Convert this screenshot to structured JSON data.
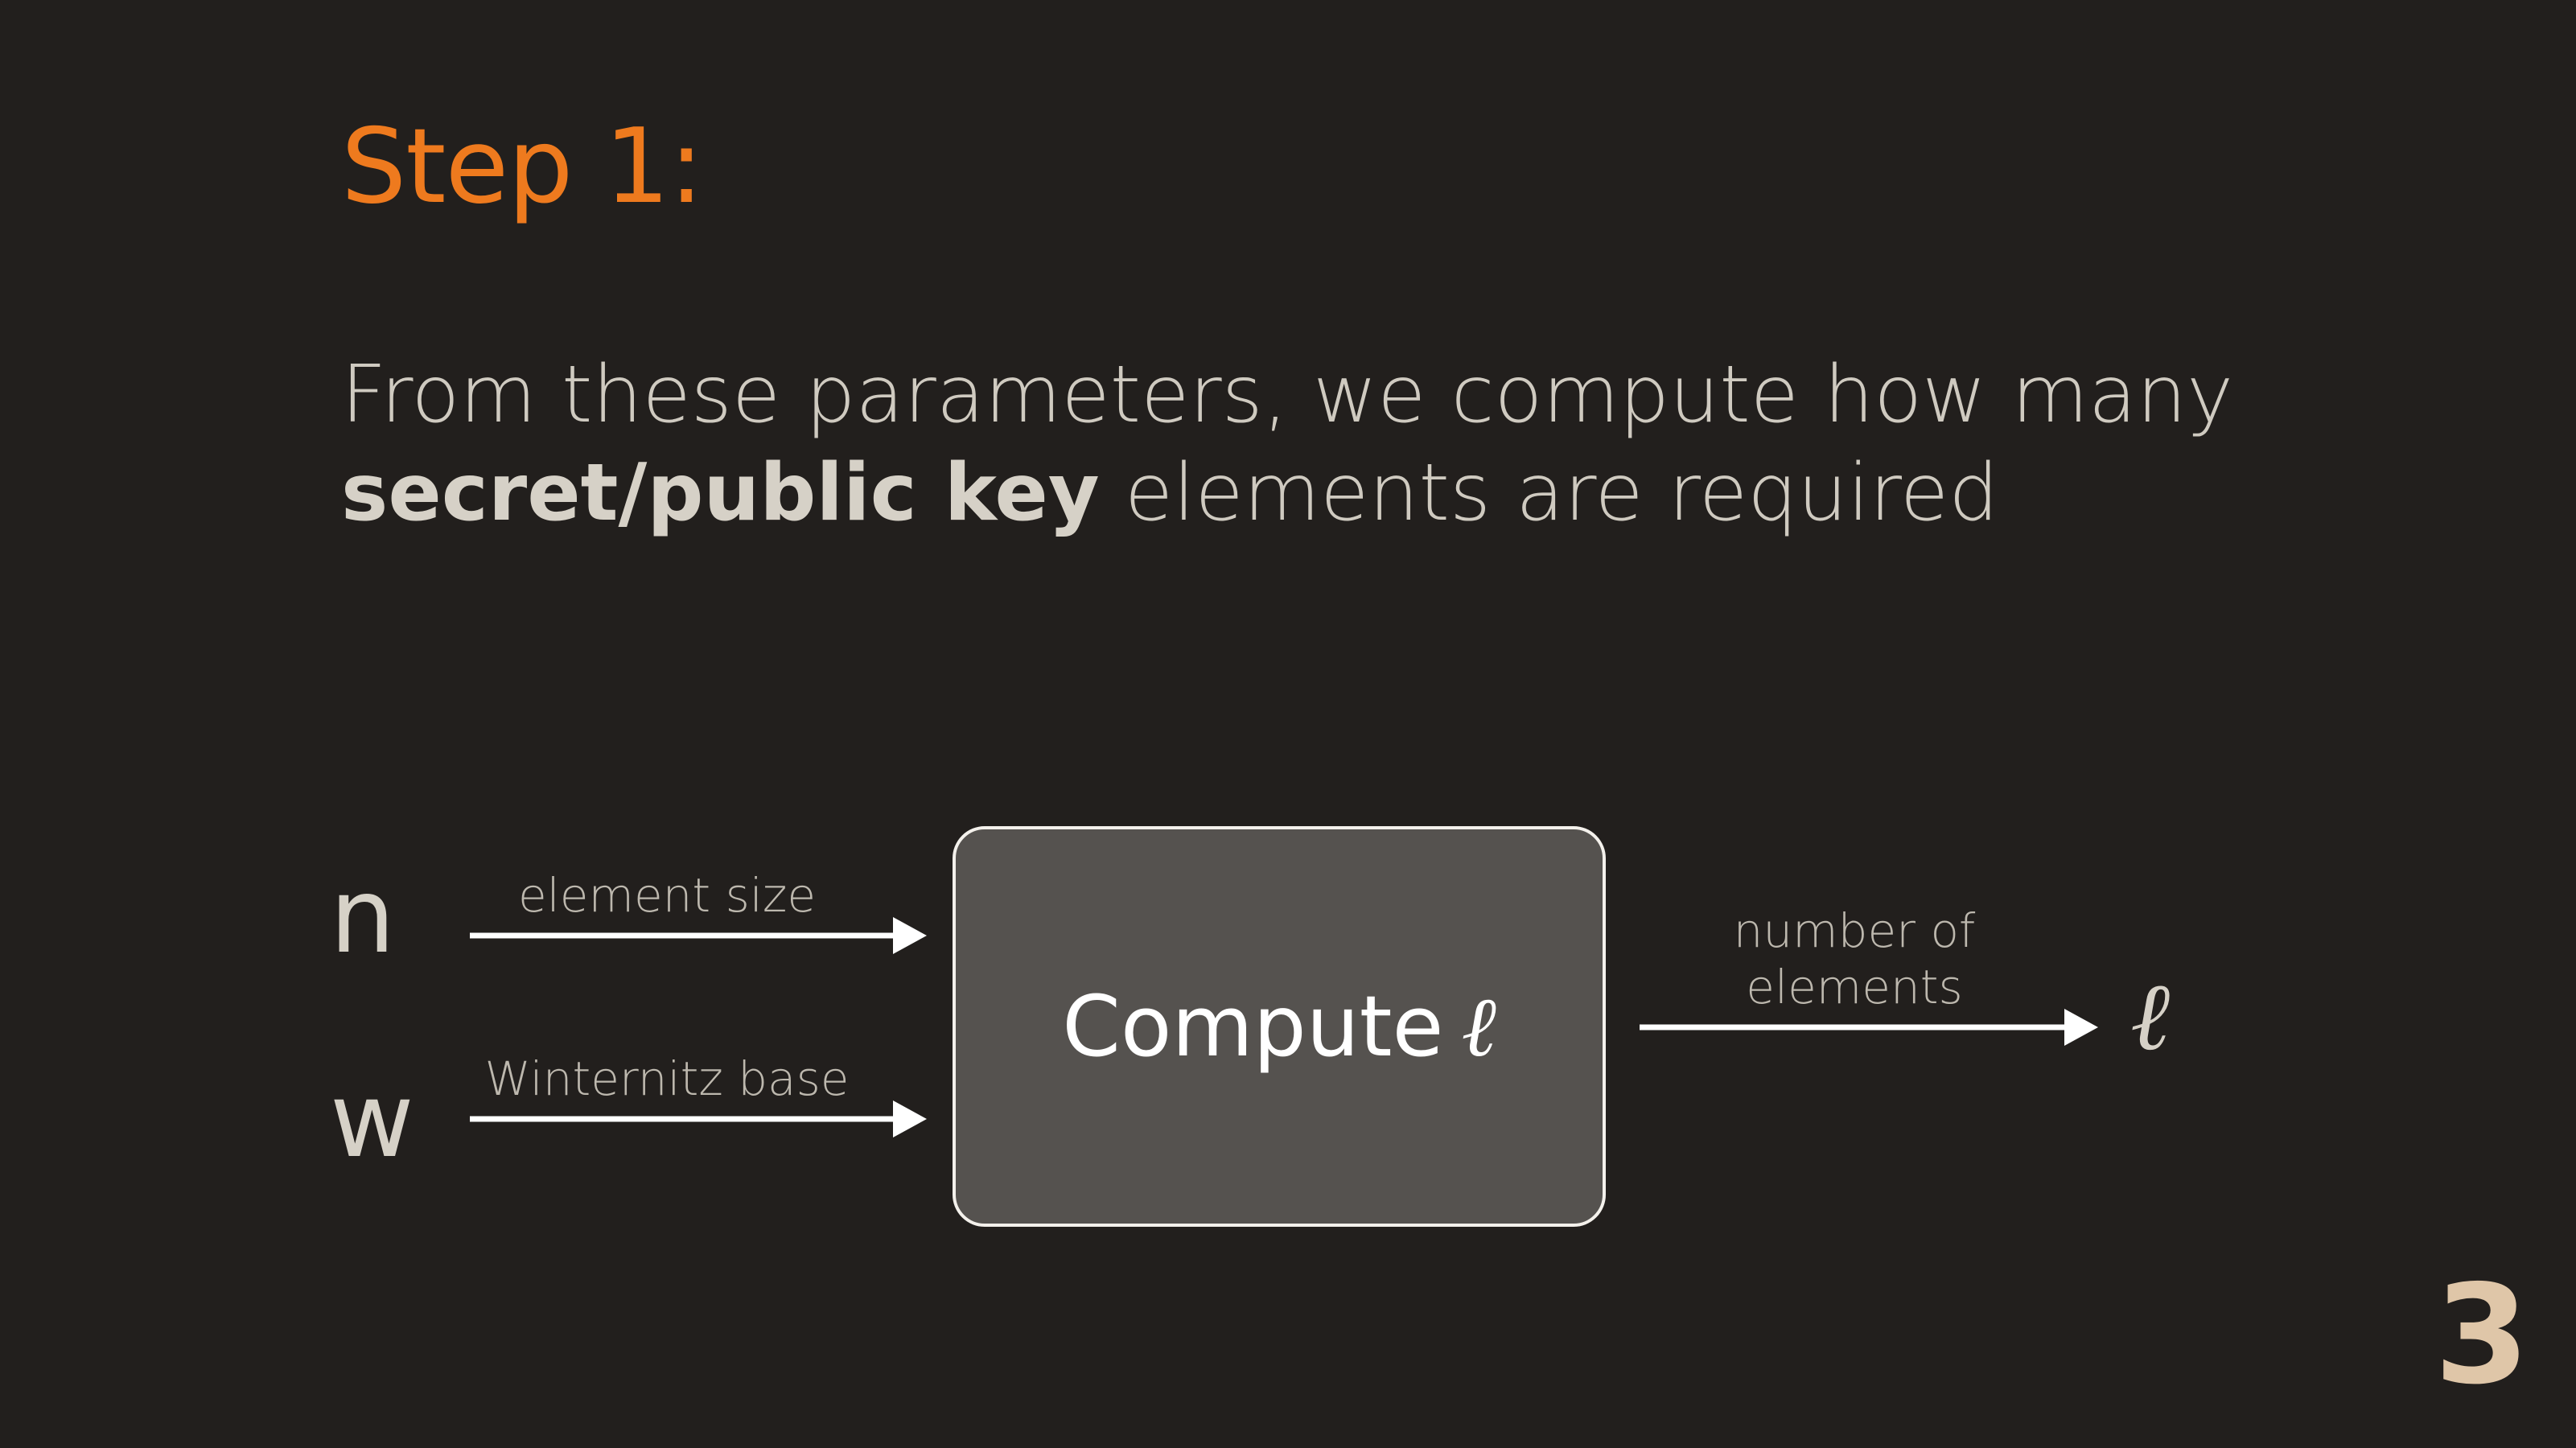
{
  "slide": {
    "title": "Step 1:",
    "description_line1": "From these parameters, we compute how many",
    "description_line2_strong": "secret/public key",
    "description_line2_rest": " elements are required",
    "page_number": "3"
  },
  "diagram": {
    "inputs": [
      {
        "symbol": "n",
        "label": "element size"
      },
      {
        "symbol": "w",
        "label": "Winternitz base"
      }
    ],
    "process_label": "Compute",
    "process_symbol": "ℓ",
    "output_label_line1": "number of",
    "output_label_line2": "elements",
    "output_symbol": "ℓ"
  }
}
